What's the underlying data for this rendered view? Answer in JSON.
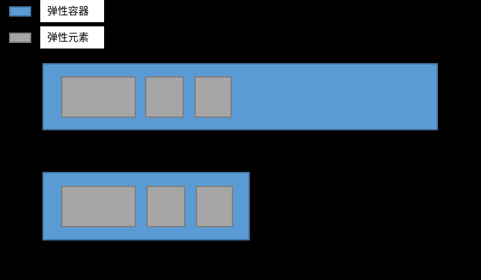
{
  "legend": {
    "items": [
      {
        "swatch_name": "flex-container-swatch",
        "swatch_fill": "#5B9BD5",
        "swatch_border": "#41719C",
        "label": "弹性容器"
      },
      {
        "swatch_name": "flex-item-swatch",
        "swatch_fill": "#A6A6A6",
        "swatch_border": "#7F7F7F",
        "label": "弹性元素"
      }
    ]
  },
  "diagram": {
    "background": "#000000",
    "containers": [
      {
        "name": "flex-container-full-width",
        "fill": "#5B9BD5",
        "border": "#41719C",
        "items": [
          {
            "name": "flex-item-wide",
            "fill": "#A6A6A6",
            "border": "#7F7F7F"
          },
          {
            "name": "flex-item-square",
            "fill": "#A6A6A6",
            "border": "#7F7F7F"
          },
          {
            "name": "flex-item-square",
            "fill": "#A6A6A6",
            "border": "#7F7F7F"
          }
        ]
      },
      {
        "name": "flex-container-shrink-to-fit",
        "fill": "#5B9BD5",
        "border": "#41719C",
        "items": [
          {
            "name": "flex-item-wide",
            "fill": "#A6A6A6",
            "border": "#7F7F7F"
          },
          {
            "name": "flex-item-square",
            "fill": "#A6A6A6",
            "border": "#7F7F7F"
          },
          {
            "name": "flex-item-square",
            "fill": "#A6A6A6",
            "border": "#7F7F7F"
          }
        ]
      }
    ]
  }
}
